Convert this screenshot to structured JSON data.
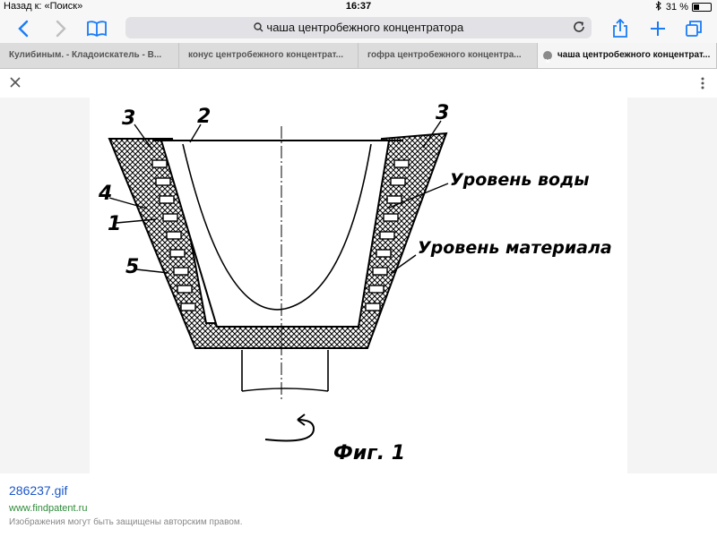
{
  "status_bar": {
    "back_label": "Назад к: «Поиск»",
    "time": "16:37",
    "battery_text": "31 %",
    "battery_level": 0.31
  },
  "toolbar": {
    "address_text": "чаша центробежного концентратора"
  },
  "tabs": [
    {
      "label": "Кулибиным. - Кладоискатель - В...",
      "active": false
    },
    {
      "label": "конус центробежного концентрат...",
      "active": false
    },
    {
      "label": "гофра центробежного концентра...",
      "active": false
    },
    {
      "label": "чаша центробежного концентрат...",
      "active": true
    }
  ],
  "figure": {
    "labels": {
      "l3_left": "3",
      "l2": "2",
      "l3_right": "3",
      "l4": "4",
      "l1": "1",
      "l5": "5",
      "water_level": "Уровень воды",
      "material_level": "Уровень материала",
      "fig_caption": "Фиг. 1"
    }
  },
  "caption": {
    "title": "286237.gif",
    "site": "www.findpatent.ru",
    "note": "Изображения могут быть защищены авторским правом."
  },
  "colors": {
    "accent": "#1a7cf6",
    "link": "#1a56c8",
    "site": "#2e8b3a"
  }
}
